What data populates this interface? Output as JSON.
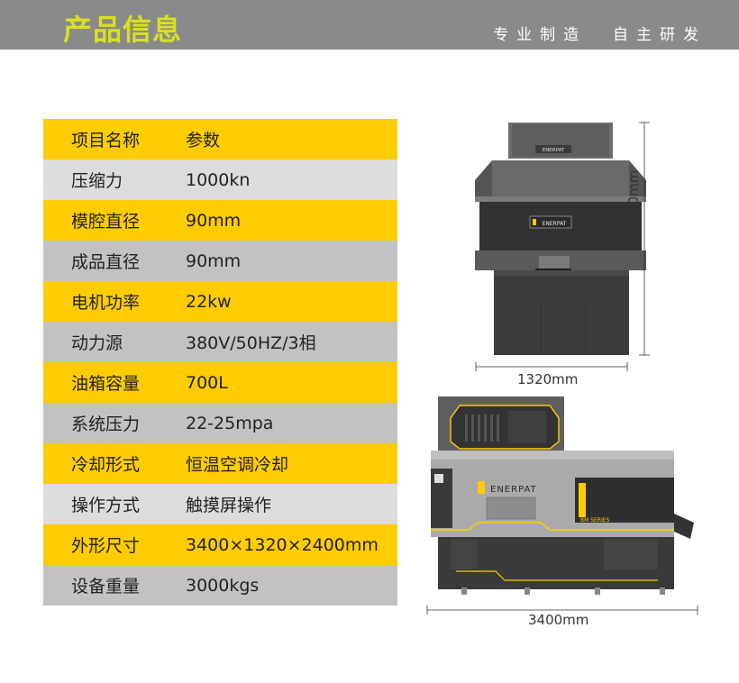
{
  "header": {
    "title": "产品信息",
    "slogan": "专业制造  自主研发"
  },
  "specs": [
    {
      "name": "项目名称",
      "value": "参数"
    },
    {
      "name": "压缩力",
      "value": "1000kn"
    },
    {
      "name": "模腔直径",
      "value": "90mm"
    },
    {
      "name": "成品直径",
      "value": "90mm"
    },
    {
      "name": "电机功率",
      "value": "22kw"
    },
    {
      "name": "动力源",
      "value": "380V/50HZ/3相"
    },
    {
      "name": "油箱容量",
      "value": "700L"
    },
    {
      "name": "系统压力",
      "value": "22-25mpa"
    },
    {
      "name": "冷却形式",
      "value": "恒温空调冷却"
    },
    {
      "name": "操作方式",
      "value": "触摸屏操作"
    },
    {
      "name": "外形尺寸",
      "value": "3400×1320×2400mm"
    },
    {
      "name": "设备重量",
      "value": "3000kgs"
    }
  ],
  "machine": {
    "brand": "ENERPAT",
    "series_label": "BM SERIES",
    "front_width": "1320mm",
    "height": "2400mm",
    "side_length": "3400mm"
  },
  "colors": {
    "header_bg": "#8a8a8a",
    "title": "#d9e021",
    "yellow": "#ffcc00",
    "row_light": "#dcdcdc",
    "row_grey": "#c2c2c2"
  }
}
